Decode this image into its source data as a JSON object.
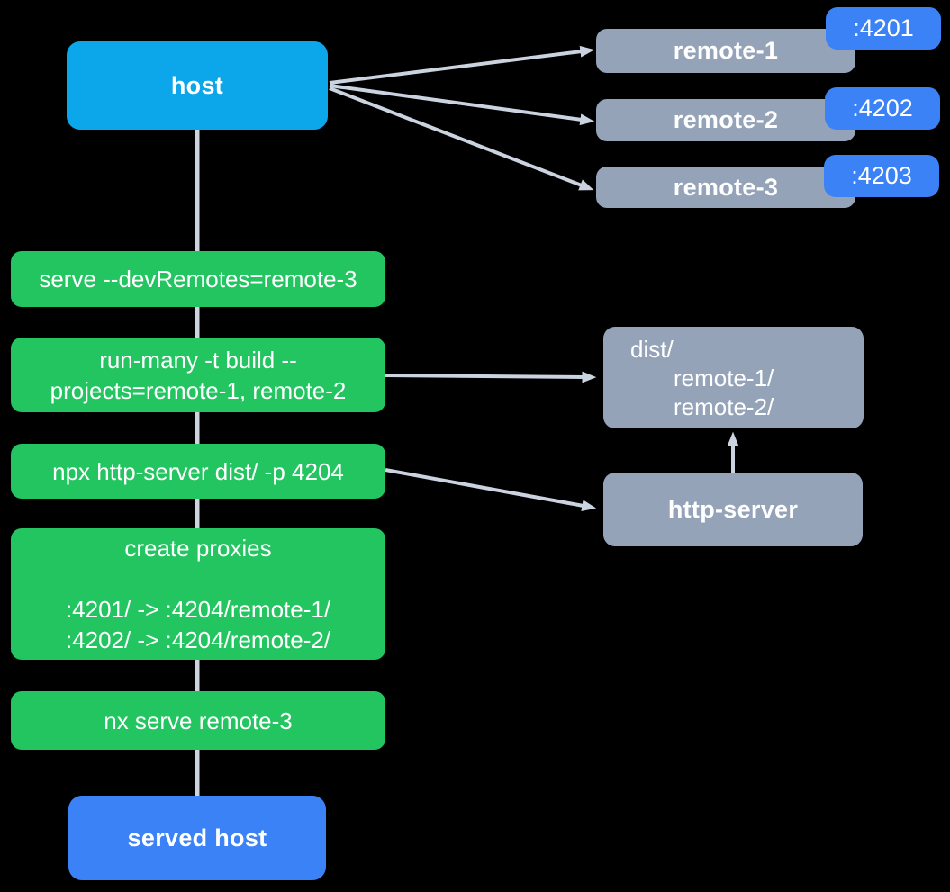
{
  "diagram": {
    "title": "module federation host / remotes serve flow",
    "background": "#000000",
    "colors": {
      "host_box": "#0ca6ea",
      "step_box": "#23c560",
      "remote_box": "#94a3b8",
      "port_badge": "#3b82f6",
      "served_host_box": "#3b82f6",
      "edge": "#cbd3e0",
      "text": "#ffffff"
    },
    "host": {
      "label": "host"
    },
    "remotes": [
      {
        "label": "remote-1",
        "port": ":4201"
      },
      {
        "label": "remote-2",
        "port": ":4202"
      },
      {
        "label": "remote-3",
        "port": ":4203"
      }
    ],
    "steps": [
      {
        "lines": [
          "serve --devRemotes=remote-3"
        ]
      },
      {
        "lines": [
          "run-many -t build --",
          "projects=remote-1, remote-2"
        ]
      },
      {
        "lines": [
          "npx http-server dist/ -p 4204"
        ]
      },
      {
        "lines": [
          "create proxies",
          "",
          ":4201/ -> :4204/remote-1/",
          ":4202/ -> :4204/remote-2/"
        ]
      },
      {
        "lines": [
          "nx serve remote-3"
        ]
      }
    ],
    "dist": {
      "lines": [
        "dist/",
        "remote-1/",
        "remote-2/"
      ]
    },
    "http_server": {
      "label": "http-server"
    },
    "served_host": {
      "label": "served host"
    }
  }
}
